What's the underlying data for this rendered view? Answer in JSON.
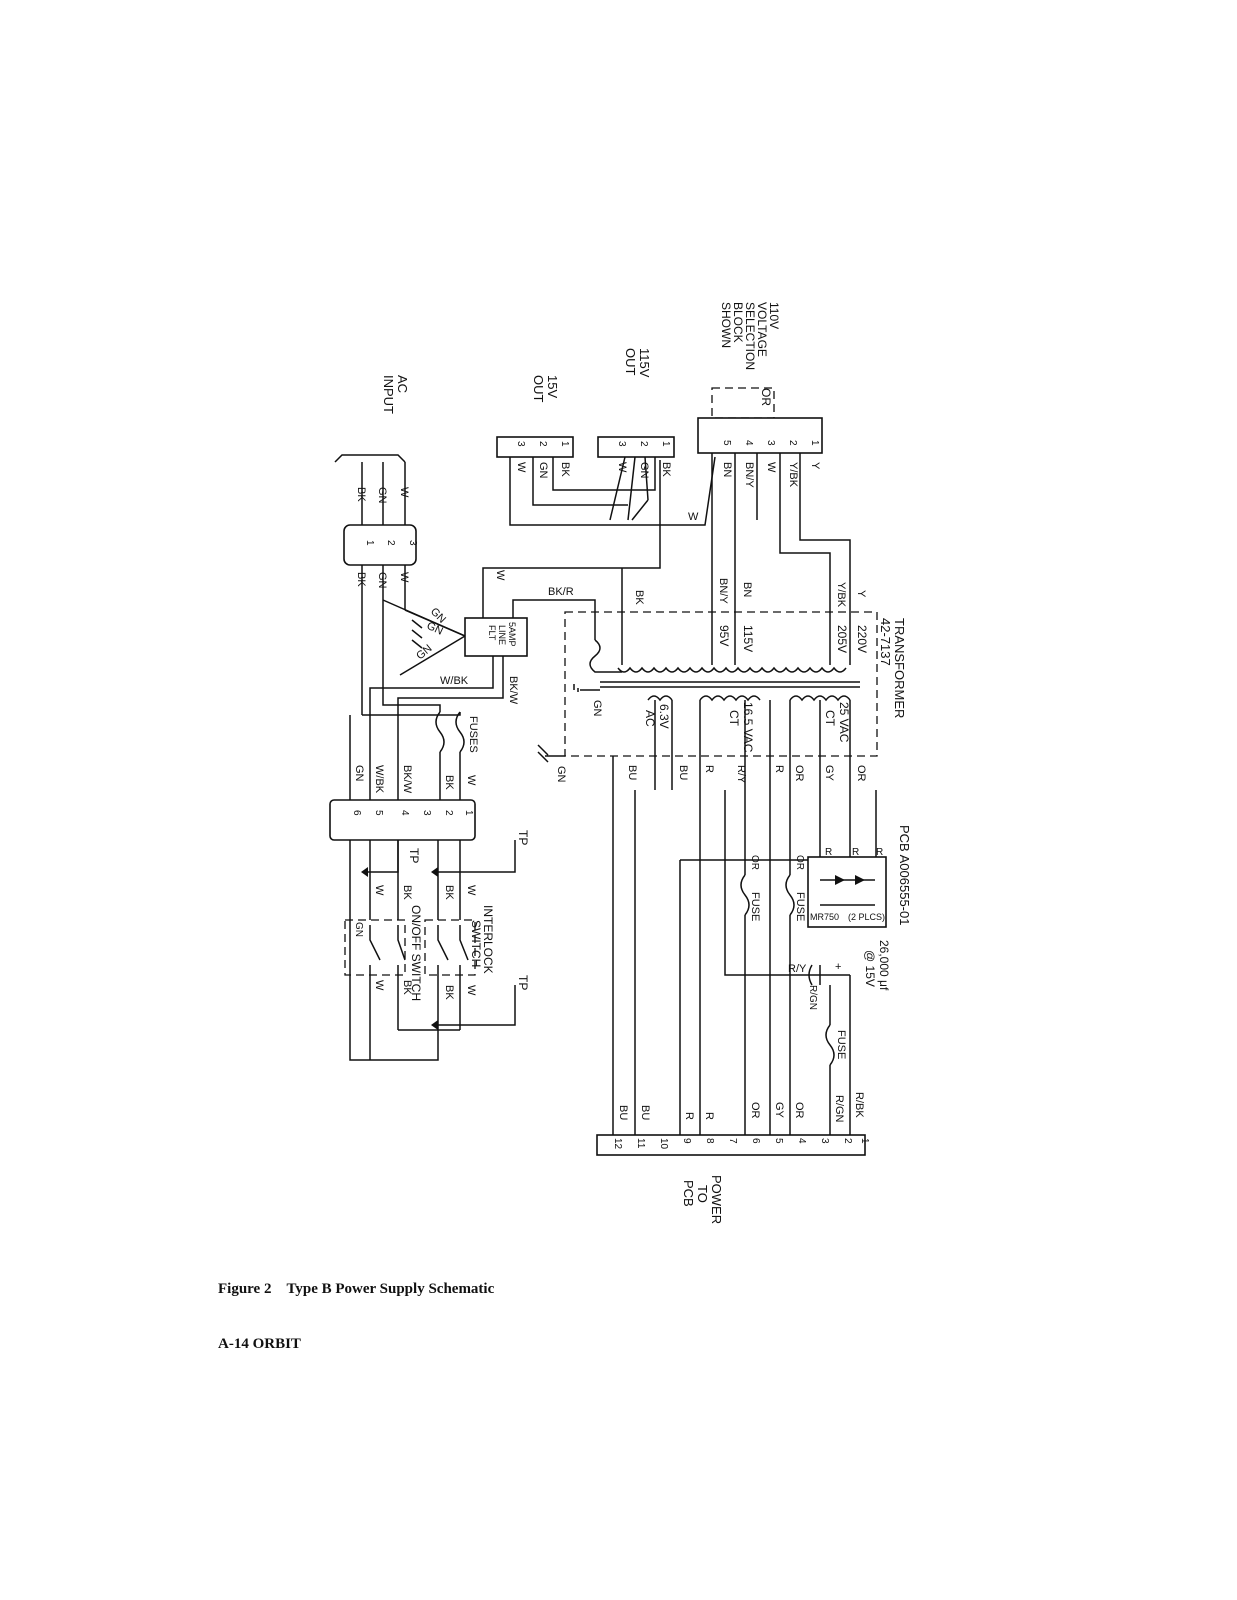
{
  "schematic": {
    "ac_input": {
      "label_1": "AC",
      "label_2": "INPUT",
      "wires": [
        "W",
        "GN",
        "BK"
      ],
      "pins": [
        "3",
        "2",
        "1"
      ]
    },
    "out_15v": {
      "label_1": "15V",
      "label_2": "OUT",
      "pins": [
        "3",
        "2",
        "1"
      ],
      "wires": [
        "W",
        "GN",
        "BK"
      ]
    },
    "out_115v": {
      "label_1": "115V",
      "label_2": "OUT",
      "pins": [
        "3",
        "2",
        "1"
      ],
      "wires": [
        "W",
        "GN",
        "BK"
      ]
    },
    "voltage_block": {
      "lines": [
        "110V",
        "VOLTAGE",
        "SELECTION",
        "BLOCK",
        "SHOWN"
      ],
      "or_label": "OR",
      "pins": [
        "5",
        "4",
        "3",
        "2",
        "1"
      ],
      "wires": [
        "BN",
        "BN/Y",
        "W",
        "Y/BK",
        "Y"
      ]
    },
    "line_filter": {
      "lines": [
        "5AMP",
        "LINE",
        "FLT"
      ],
      "in_labels": [
        "GN",
        "GN",
        "GN"
      ],
      "out_labels": [
        "W",
        "BK/R",
        "W/BK",
        "BK/W"
      ]
    },
    "transformer": {
      "title": "TRANSFORMER",
      "part": "42-7137",
      "primary_taps": [
        "BK",
        "95V",
        "115V",
        "205V",
        "220V"
      ],
      "primary_wires": [
        "BN/Y",
        "BN",
        "Y/BK",
        "Y",
        "W",
        "BK"
      ],
      "secondaries": [
        {
          "l1": "6.3V",
          "l2": "AC"
        },
        {
          "l1": "16.5 VAC",
          "l2": "CT"
        },
        {
          "l1": "25 VAC",
          "l2": "CT"
        }
      ],
      "sec_wires": [
        "BU",
        "BU",
        "R",
        "R/Y",
        "R",
        "OR",
        "GY",
        "OR"
      ],
      "ground": "GN"
    },
    "fuses_label": "FUSES",
    "terminal_strip": {
      "pins": [
        "6",
        "5",
        "4",
        "3",
        "2",
        "1"
      ],
      "wires": [
        "GN",
        "W/BK",
        "BK/W",
        "BK",
        "W"
      ]
    },
    "tp": "TP",
    "interlock": {
      "l1": "INTERLOCK",
      "l2": "SWITCH",
      "wires": [
        "BK",
        "W"
      ]
    },
    "onoff": {
      "l1": "ON/OFF SWITCH",
      "wires": [
        "W",
        "BK"
      ],
      "gn": "GN"
    },
    "pcb": {
      "title": "PCB A006555-01",
      "diode": "MR750",
      "diode_note": "(2 PLCS)",
      "cap_1": "26,000 μf",
      "cap_2": "@ 15V",
      "wires": [
        "R",
        "R",
        "R",
        "R/Y",
        "R/GN",
        "OR",
        "OR"
      ],
      "fuse": "FUSE",
      "plus": "+"
    },
    "power_conn": {
      "l1": "POWER",
      "l2": "TO",
      "l3": "PCB",
      "pins": [
        "12",
        "11",
        "10",
        "9",
        "8",
        "7",
        "6",
        "5",
        "4",
        "3",
        "2",
        "1"
      ],
      "wires": [
        "BU",
        "BU",
        "",
        "R",
        "R",
        "",
        "OR",
        "GY",
        "OR",
        "",
        "R/GN",
        "R/BK"
      ]
    }
  },
  "figure": {
    "number": "Figure 2",
    "title": "Type B Power Supply Schematic"
  },
  "footer": "A-14  ORBIT"
}
